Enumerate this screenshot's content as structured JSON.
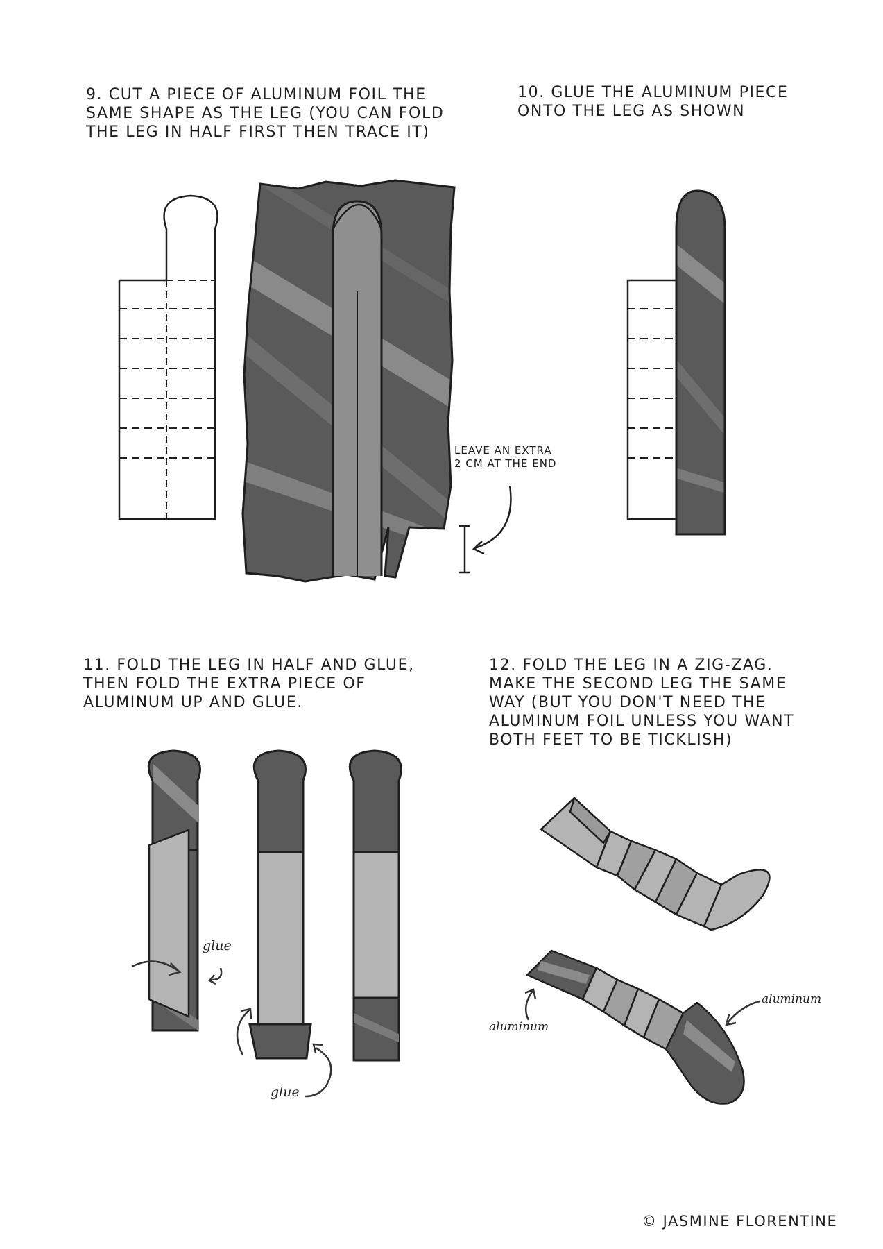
{
  "steps": [
    {
      "caption": "9. Cut a piece of aluminum foil the\nsame shape as the leg (you can fold\nthe leg in half first then trace it)"
    },
    {
      "caption": "10. Glue the aluminum piece\nonto the leg as shown"
    },
    {
      "caption": "11. Fold the leg in half and glue,\nthen fold the extra piece of\naluminum up and glue."
    },
    {
      "caption": "12. Fold the leg in a zig-zag.\nMake the second leg the same\nway (but you don't need the\naluminum foil unless you want\nboth feet to be ticklish)"
    }
  ],
  "annotations": {
    "extra": "LEAVE AN EXTRA\n2 CM AT THE END",
    "glue_side": "glue",
    "glue_bottom": "glue",
    "aluminum_left": "aluminum",
    "aluminum_right": "aluminum"
  },
  "credit": "© JASMINE FLORENTINE",
  "colors": {
    "ink": "#1e1e1e",
    "foil_dark": "#5a5a5a",
    "foil_light": "#8f8f8f",
    "paper_light": "#b4b4b4",
    "paper_white": "#ffffff"
  }
}
